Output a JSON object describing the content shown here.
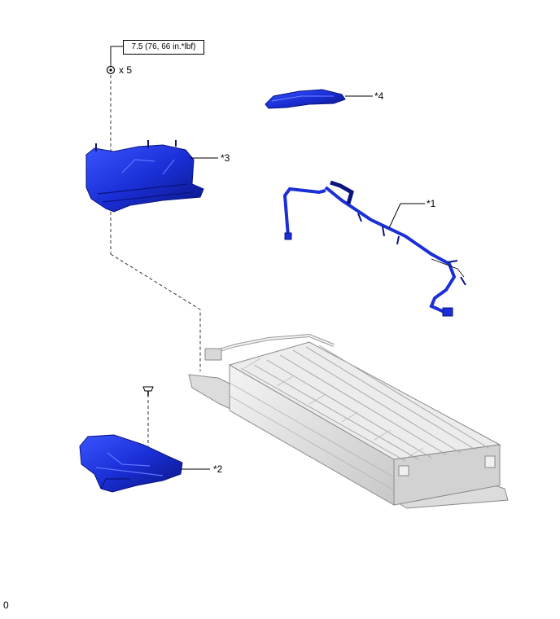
{
  "torque_spec": "7.5 (76, 66 in.*lbf)",
  "quantity": "x 5",
  "callouts": {
    "p1": "*1",
    "p2": "*2",
    "p3": "*3",
    "p4": "*4"
  },
  "footer_code": "0",
  "colors": {
    "part_blue": "#1a2fd6",
    "part_blue_dark": "#0c1a8c",
    "battery_gray": "#e4e4e4",
    "battery_edge": "#8a8a8a"
  }
}
